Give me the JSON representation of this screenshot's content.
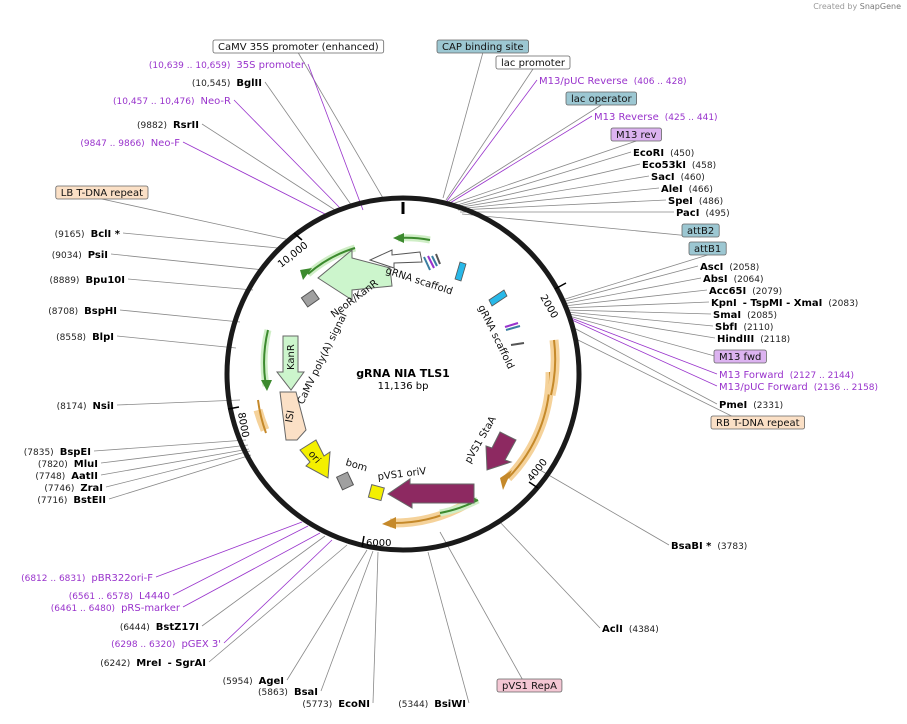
{
  "credit": {
    "prefix": "Created by",
    "brand": "SnapGene"
  },
  "plasmid": {
    "name": "gRNA NIA TLS1",
    "size": "11,136 bp",
    "length": 11136
  },
  "ticks": [
    "2000",
    "4000",
    "6000",
    "8000",
    "10,000"
  ],
  "colors": {
    "primer": "#9933cc",
    "enzyme": "#000000",
    "pos": "#222222",
    "leader": "#888888"
  },
  "labels": [
    {
      "name": "CaMV 35S promoter (enhanced)",
      "kind": "feature",
      "fill": "#ffffff"
    },
    {
      "name": "35S promoter",
      "pos": "(10,639 .. 10,659)",
      "kind": "primer"
    },
    {
      "name": "BglII",
      "pos": "(10,545)",
      "kind": "enzyme"
    },
    {
      "name": "Neo-R",
      "pos": "(10,457 .. 10,476)",
      "kind": "primer"
    },
    {
      "name": "RsrII",
      "pos": "(9882)",
      "kind": "enzyme"
    },
    {
      "name": "Neo-F",
      "pos": "(9847 .. 9866)",
      "kind": "primer"
    },
    {
      "name": "LB T-DNA repeat",
      "kind": "feature",
      "fill": "#fbe0c6"
    },
    {
      "name": "BclI *",
      "pos": "(9165)",
      "kind": "enzyme"
    },
    {
      "name": "PsiI",
      "pos": "(9034)",
      "kind": "enzyme"
    },
    {
      "name": "Bpu10I",
      "pos": "(8889)",
      "kind": "enzyme"
    },
    {
      "name": "BspHI",
      "pos": "(8708)",
      "kind": "enzyme"
    },
    {
      "name": "BlpI",
      "pos": "(8558)",
      "kind": "enzyme"
    },
    {
      "name": "NsiI",
      "pos": "(8174)",
      "kind": "enzyme"
    },
    {
      "name": "BspEI",
      "pos": "(7835)",
      "kind": "enzyme"
    },
    {
      "name": "MluI",
      "pos": "(7820)",
      "kind": "enzyme"
    },
    {
      "name": "AatII",
      "pos": "(7748)",
      "kind": "enzyme"
    },
    {
      "name": "ZraI",
      "pos": "(7746)",
      "kind": "enzyme"
    },
    {
      "name": "BstEII",
      "pos": "(7716)",
      "kind": "enzyme"
    },
    {
      "name": "pBR322ori-F",
      "pos": "(6812 .. 6831)",
      "kind": "primer"
    },
    {
      "name": "L4440",
      "pos": "(6561 .. 6578)",
      "kind": "primer"
    },
    {
      "name": "pRS-marker",
      "pos": "(6461 .. 6480)",
      "kind": "primer"
    },
    {
      "name": "BstZ17I",
      "pos": "(6444)",
      "kind": "enzyme"
    },
    {
      "name": "pGEX 3'",
      "pos": "(6298 .. 6320)",
      "kind": "primer"
    },
    {
      "name": "MreI",
      "pos": "(6242)",
      "kind": "enzyme",
      "extra": "- SgrAI"
    },
    {
      "name": "AgeI",
      "pos": "(5954)",
      "kind": "enzyme"
    },
    {
      "name": "BsaI",
      "pos": "(5863)",
      "kind": "enzyme"
    },
    {
      "name": "EcoNI",
      "pos": "(5773)",
      "kind": "enzyme"
    },
    {
      "name": "BsiWI",
      "pos": "(5344)",
      "kind": "enzyme"
    },
    {
      "name": "pVS1 RepA",
      "kind": "feature",
      "fill": "#f4c7d4"
    },
    {
      "name": "AclI",
      "pos": "(4384)",
      "kind": "enzyme"
    },
    {
      "name": "BsaBI *",
      "pos": "(3783)",
      "kind": "enzyme"
    },
    {
      "name": "CAP binding site",
      "kind": "feature",
      "fill": "#9cc7d2"
    },
    {
      "name": "lac promoter",
      "kind": "feature",
      "fill": "#ffffff"
    },
    {
      "name": "M13/pUC Reverse",
      "pos": "(406 .. 428)",
      "kind": "primer"
    },
    {
      "name": "lac operator",
      "kind": "feature",
      "fill": "#9cc7d2"
    },
    {
      "name": "M13 Reverse",
      "pos": "(425 .. 441)",
      "kind": "primer"
    },
    {
      "name": "M13 rev",
      "kind": "feature",
      "fill": "#dcb3f0"
    },
    {
      "name": "EcoRI",
      "pos": "(450)",
      "kind": "enzyme"
    },
    {
      "name": "Eco53kI",
      "pos": "(458)",
      "kind": "enzyme"
    },
    {
      "name": "SacI",
      "pos": "(460)",
      "kind": "enzyme"
    },
    {
      "name": "AleI",
      "pos": "(466)",
      "kind": "enzyme"
    },
    {
      "name": "SpeI",
      "pos": "(486)",
      "kind": "enzyme"
    },
    {
      "name": "PacI",
      "pos": "(495)",
      "kind": "enzyme"
    },
    {
      "name": "attB2",
      "kind": "feature",
      "fill": "#9cc7d2"
    },
    {
      "name": "attB1",
      "kind": "feature",
      "fill": "#9cc7d2"
    },
    {
      "name": "AscI",
      "pos": "(2058)",
      "kind": "enzyme"
    },
    {
      "name": "AbsI",
      "pos": "(2064)",
      "kind": "enzyme"
    },
    {
      "name": "Acc65I",
      "pos": "(2079)",
      "kind": "enzyme"
    },
    {
      "name": "KpnI",
      "pos": "(2083)",
      "kind": "enzyme",
      "extra": "- TspMI - XmaI"
    },
    {
      "name": "SmaI",
      "pos": "(2085)",
      "kind": "enzyme"
    },
    {
      "name": "SbfI",
      "pos": "(2110)",
      "kind": "enzyme"
    },
    {
      "name": "HindIII",
      "pos": "(2118)",
      "kind": "enzyme"
    },
    {
      "name": "M13 fwd",
      "kind": "feature",
      "fill": "#dcb3f0"
    },
    {
      "name": "M13 Forward",
      "pos": "(2127 .. 2144)",
      "kind": "primer"
    },
    {
      "name": "M13/pUC Forward",
      "pos": "(2136 .. 2158)",
      "kind": "primer"
    },
    {
      "name": "PmeI",
      "pos": "(2331)",
      "kind": "enzyme"
    },
    {
      "name": "RB T-DNA repeat",
      "kind": "feature",
      "fill": "#fbe0c6"
    }
  ],
  "inner_labels": [
    "gRNA scaffold",
    "gRNA scaffold",
    "NeoR/KanR",
    "CaMV poly(A) signal",
    "KanR",
    "ISI",
    "ori",
    "bom",
    "pVS1 oriV",
    "pVS1 StaA"
  ]
}
